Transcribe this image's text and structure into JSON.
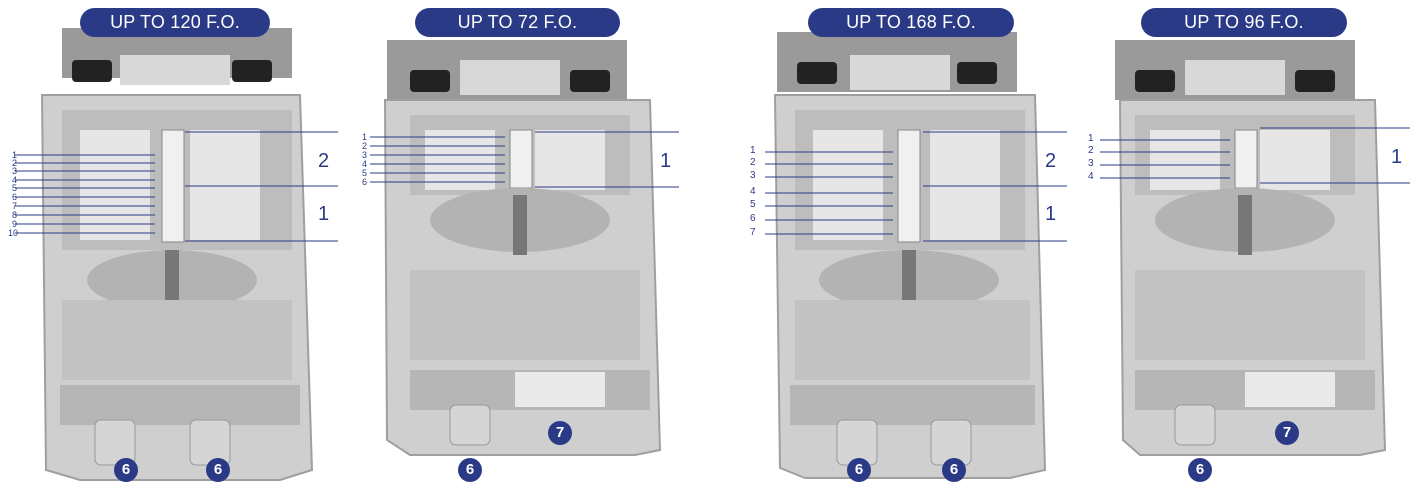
{
  "products": [
    {
      "title": "UP TO 120 F.O.",
      "port_labels": [
        "1",
        "2",
        "3",
        "4",
        "5",
        "6",
        "7",
        "8",
        "9",
        "10"
      ],
      "tray_labels": [
        "2",
        "1"
      ],
      "badges": [
        "6",
        "6"
      ]
    },
    {
      "title": "UP TO 72 F.O.",
      "port_labels": [
        "1",
        "2",
        "3",
        "4",
        "5",
        "6"
      ],
      "tray_labels": [
        "1"
      ],
      "badges": [
        "6",
        "7"
      ]
    },
    {
      "title": "UP TO 168 F.O.",
      "port_labels": [
        "1",
        "2",
        "3",
        "4",
        "5",
        "6",
        "7"
      ],
      "tray_labels": [
        "2",
        "1"
      ],
      "badges": [
        "6",
        "6"
      ]
    },
    {
      "title": "UP TO 96 F.O.",
      "port_labels": [
        "1",
        "2",
        "3",
        "4"
      ],
      "tray_labels": [
        "1"
      ],
      "badges": [
        "6",
        "7"
      ]
    }
  ],
  "colors": {
    "accent": "#2b3a86",
    "enclosure": "#cfcfcf",
    "enclosure_dark": "#a9a9a9",
    "line": "#2b3a86"
  }
}
